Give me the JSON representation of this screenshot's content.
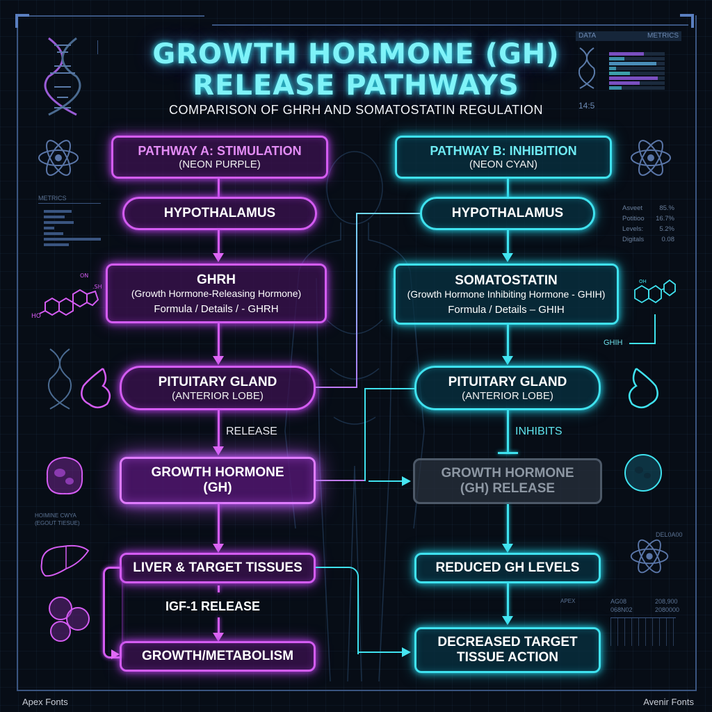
{
  "header": {
    "title_line1": "GROWTH HORMONE (GH)",
    "title_line2": "RELEASE PATHWAYS",
    "subtitle": "COMPARISON OF GHRH AND SOMATOSTATIN REGULATION"
  },
  "data_panel": {
    "left_label": "DATA",
    "right_label": "METRICS",
    "time": "14:5",
    "bars": [
      {
        "width": 0.55,
        "color": "#7a4fc0"
      },
      {
        "width": 0.25,
        "color": "#3b8fa8"
      },
      {
        "width": 0.8,
        "color": "#4a8db8"
      },
      {
        "width": 0.12,
        "color": "#3b8fa8"
      },
      {
        "width": 0.35,
        "color": "#3b9fa8"
      },
      {
        "width": 0.85,
        "color": "#7a4fc0"
      },
      {
        "width": 0.5,
        "color": "#7a4fc0"
      },
      {
        "width": 0.2,
        "color": "#3b8fa8"
      }
    ]
  },
  "left_metrics": {
    "title": "METRICS",
    "bars": [
      0.55,
      0.4,
      0.58,
      0.2,
      0.38,
      1.0,
      0.5
    ]
  },
  "right_stats": [
    {
      "label": "Asveet",
      "value": "85.%"
    },
    {
      "label": "Potitioo",
      "value": "16.7%"
    },
    {
      "label": "Levels:",
      "value": "5.2%"
    },
    {
      "label": "Digitals",
      "value": "0.08"
    }
  ],
  "annotations": {
    "ghih_molecule_label": "GHIH",
    "hormone_note_line1": "HOIMINE CWYA",
    "hormone_note_line2": "(EGOUT TIESUE)",
    "right_code": "DEL0A00",
    "apex_label": "APEX",
    "ag_label": "AG08",
    "ag_value1": "208,900",
    "ag_label2": "068N02",
    "ag_value2": "2080000"
  },
  "pathway_a": {
    "color": "#d45cf2",
    "header_title": "PATHWAY A: STIMULATION",
    "header_sub": "(NEON PURPLE)",
    "hypothalamus": "HYPOTHALAMUS",
    "ghrh_title": "GHRH",
    "ghrh_sub": "(Growth Hormone-Releasing Hormone)",
    "ghrh_detail": "Formula / Details / - GHRH",
    "pituitary_title": "PITUITARY GLAND",
    "pituitary_sub": "(ANTERIOR LOBE)",
    "release_label": "RELEASE",
    "gh_title": "GROWTH HORMONE",
    "gh_sub": "(GH)",
    "liver": "LIVER & TARGET TISSUES",
    "igf_label": "IGF-1 RELEASE",
    "growth": "GROWTH/METABOLISM"
  },
  "pathway_b": {
    "color": "#3fe2ef",
    "header_title": "PATHWAY B: INHIBITION",
    "header_sub": "(NEON CYAN)",
    "hypothalamus": "HYPOTHALAMUS",
    "soma_title": "SOMATOSTATIN",
    "soma_sub": "(Growth Hormone Inhibiting Hormone - GHIH)",
    "soma_detail": "Formula / Details – GHIH",
    "pituitary_title": "PITUITARY GLAND",
    "pituitary_sub": "(ANTERIOR LOBE)",
    "inhibits_label": "INHIBITS",
    "gh_release_line1": "GROWTH HORMONE",
    "gh_release_line2": "(GH) RELEASE",
    "reduced": "REDUCED GH LEVELS",
    "decreased_line1": "DECREASED TARGET",
    "decreased_line2": "TISSUE ACTION"
  },
  "footer": {
    "left": "Apex Fonts",
    "right": "Avenir Fonts"
  }
}
